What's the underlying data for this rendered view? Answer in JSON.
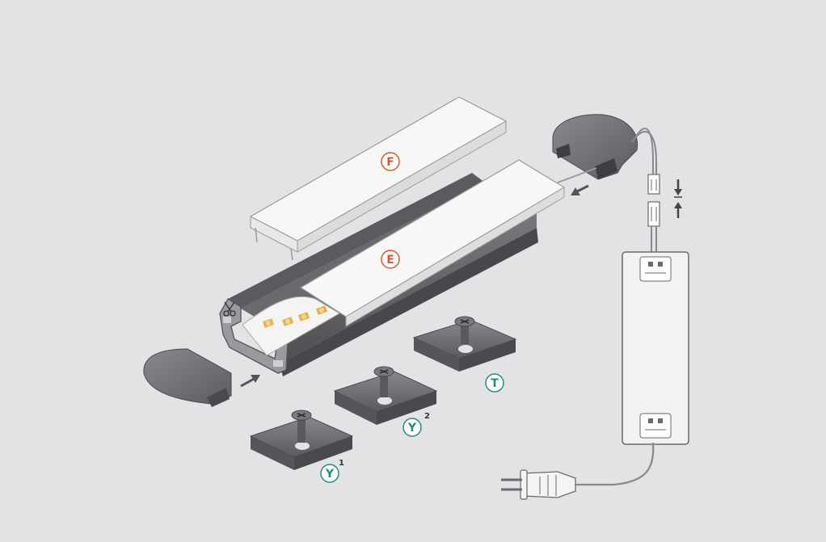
{
  "colors": {
    "background": "#e3e3e6",
    "profile": "#6e6e72",
    "profile_dark": "#4e4e52",
    "diffuser": "#f7f7f5",
    "outline": "#8a8a8e",
    "label_orange": "#d9542f",
    "label_teal": "#1f8f7a",
    "arrow": "#555559"
  },
  "labels": {
    "F": "F",
    "E": "E",
    "T": "T",
    "Y1": "Y",
    "Y1_sup": "1",
    "Y2": "Y",
    "Y2_sup": "2"
  },
  "icons": {
    "scissors": "scissors-icon",
    "arrow": "arrow-icon",
    "plug": "plug-icon"
  }
}
